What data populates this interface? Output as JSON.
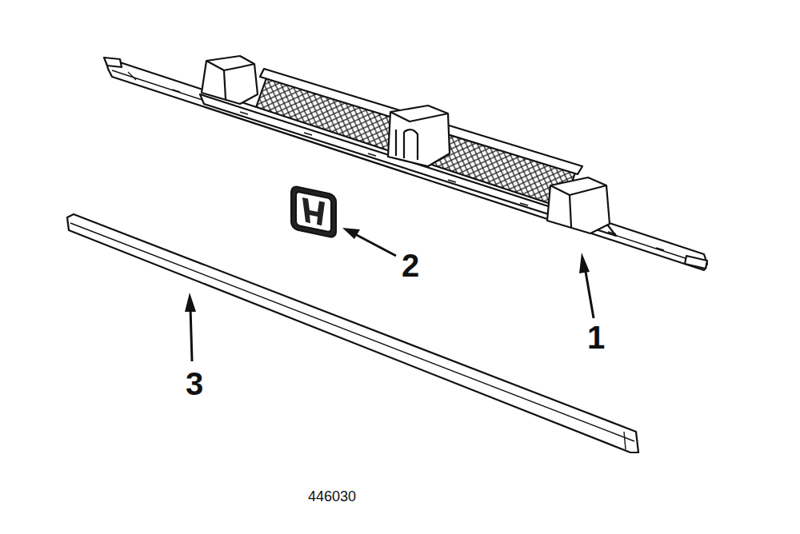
{
  "diagram": {
    "labels": [
      "1",
      "2",
      "3",
      "446030"
    ]
  }
}
